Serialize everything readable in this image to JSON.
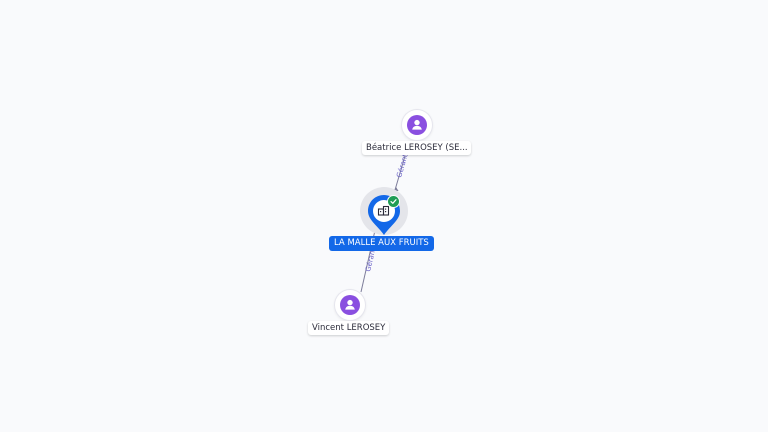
{
  "graph": {
    "company": {
      "name": "LA MALLE AUX FRUITS",
      "icon": "building-icon",
      "status_icon": "check-circle-icon",
      "colors": {
        "pin": "#1368e8",
        "label_bg": "#1368e8",
        "status": "#1f9d55"
      }
    },
    "people": [
      {
        "name": "Béatrice LEROSEY (SE...",
        "icon": "person-icon"
      },
      {
        "name": "Vincent LEROSEY",
        "icon": "person-icon"
      }
    ],
    "relations": [
      {
        "from": "Béatrice LEROSEY (SE...",
        "to": "LA MALLE AUX FRUITS",
        "label": "Gérant"
      },
      {
        "from": "Vincent LEROSEY",
        "to": "LA MALLE AUX FRUITS",
        "label": "Gérant"
      }
    ],
    "colors": {
      "person": "#8a4fe0",
      "edge": "#7d7d9a",
      "edge_label": "#6b63c8"
    }
  }
}
